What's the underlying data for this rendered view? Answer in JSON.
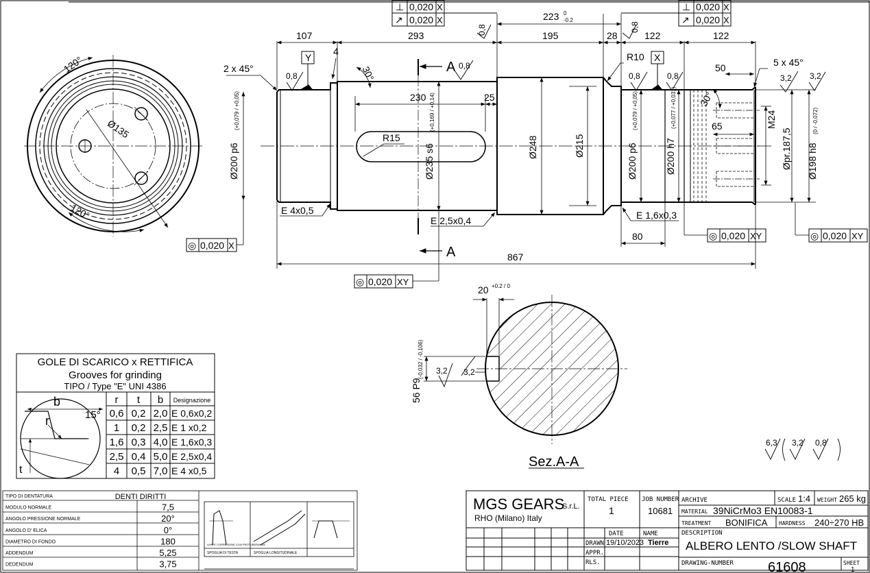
{
  "dims": {
    "d107": "107",
    "d293": "293",
    "d4": "4",
    "d223": "223",
    "d223_tol_up": "0",
    "d223_tol_dn": "-0.2",
    "d195": "195",
    "d28": "28",
    "d122a": "122",
    "d122b": "122",
    "d230": "230",
    "d25": "25",
    "d50": "50",
    "d65": "65",
    "d80": "80",
    "d867": "867",
    "dia200p6": "Ø200 p6",
    "dia200p6_tol": "(+0,079 / +0,05)",
    "dia235s6": "Ø235 s6",
    "dia235s6_tol": "(+0,169 / +0,14)",
    "dia248": "Ø248",
    "dia215": "Ø215",
    "dia200p6b": "Ø200 p6",
    "dia200p6b_tol": "(+0,079 / +0,05)",
    "dia200h7": "Ø200 h7",
    "dia200h7_tol": "(+0,077 / +0,031)",
    "diapr187": "Øpr.187,5",
    "dia198h8": "Ø198 h8",
    "dia198h8_tol": "(0 / -0,072)",
    "m24": "M24",
    "r15": "R15",
    "r10": "R10",
    "dia135": "Ø135",
    "chamfer_left": "2 x 45°",
    "chamfer_right": "5 x 45°",
    "angle30a": "30°",
    "angle30b": "30°",
    "angle120a": "120°",
    "angle120b": "120°",
    "e4x05": "E 4x0,5",
    "e25x04": "E 2,5x0,4",
    "e16x03": "E 1,6x0,3",
    "key20": "20",
    "key20_tol": "+0.2 / 0",
    "key56": "56 P9",
    "key56_tol": "(-0,032 / -0,106)"
  },
  "annotations": {
    "datum_y": "Y",
    "datum_x": "X",
    "section_a": "A",
    "section_title": "Sez.A-A",
    "rough08": "0,8",
    "rough32": "3,2",
    "rough63": "6,3"
  },
  "tolerance_frames": [
    {
      "symbol": "⊥",
      "value": "0,020",
      "datum": "X"
    },
    {
      "symbol": "↗",
      "value": "0,020",
      "datum": "X"
    },
    {
      "symbol": "◎",
      "value": "0,020",
      "datum": "X"
    },
    {
      "symbol": "◎",
      "value": "0,020",
      "datum": "XY"
    }
  ],
  "grooves_table": {
    "title1": "GOLE DI SCARICO x RETTIFICA",
    "title2": "Grooves for grinding",
    "title3": "TIPO / Type \"E\" UNI 4386",
    "sketch_b": "b",
    "sketch_r": "r",
    "sketch_t": "t",
    "sketch_angle": "15°",
    "headers": [
      "r",
      "t",
      "b",
      "Designazione"
    ],
    "rows": [
      [
        "0,6",
        "0,2",
        "2,0",
        "E 0,6x0,2"
      ],
      [
        "1",
        "0,2",
        "2,5",
        "E 1 x0,2"
      ],
      [
        "1,6",
        "0,3",
        "4,0",
        "E 1,6x0,3"
      ],
      [
        "2,5",
        "0,4",
        "5,0",
        "E 2,5x0,4"
      ],
      [
        "4",
        "0,5",
        "7,0",
        "E 4 x0,5"
      ]
    ]
  },
  "gear_table": {
    "rows": [
      {
        "label": "TIPO DI DENTATURA",
        "value": "DENTI DIRITTI"
      },
      {
        "label": "MODULO NORMALE",
        "value": "7,5"
      },
      {
        "label": "ANGOLO PRESSIONE NORMALE",
        "value": "20°"
      },
      {
        "label": "ANGOLO D' ELICA",
        "value": "0°"
      },
      {
        "label": "DIAMETRO DI FONDO",
        "value": "180"
      },
      {
        "label": "ADDENDUM",
        "value": "5,25"
      },
      {
        "label": "DEDENDUM",
        "value": "3,75"
      }
    ],
    "sketch_label1": "SPOGLIA DI TESTA",
    "sketch_label2": "SPOGLIA LONGITUDINALE",
    "sketch_label0": "LIMITE CORREZIONE CON PROTUBERANZA"
  },
  "title_block": {
    "company": "MGS GEARS",
    "company_suffix": "S.r.L.",
    "location": "RHO (Milano) Italy",
    "total_piece_label": "TOTAL PIECE",
    "total_piece": "1",
    "job_number_label": "JOB NUMBER",
    "job_number": "10681",
    "archive_label": "ARCHIVE",
    "scale_label": "SCALE",
    "scale": "1:4",
    "weight_label": "WEIGHT",
    "weight": "265 kg",
    "material_label": "MATERIAL",
    "material": "39NiCrMo3 EN10083-1",
    "treatment_label": "TREATMENT",
    "treatment": "BONIFICA",
    "hardness_label": "HARDNESS",
    "hardness": "240÷270 HB",
    "date_label": "DATE",
    "name_label": "NAME",
    "drawn_label": "DRAWN",
    "drawn_date": "19/10/2023",
    "drawn_name": "Tierre",
    "appr_label": "APPR.",
    "rls_label": "RLS.",
    "description_label": "DESCRIPTION",
    "description": "ALBERO LENTO /SLOW  SHAFT",
    "drawing_number_label": "DRAWING-NUMBER",
    "drawing_number": "61608",
    "sheet_label": "SHEET",
    "sheet": "1"
  }
}
